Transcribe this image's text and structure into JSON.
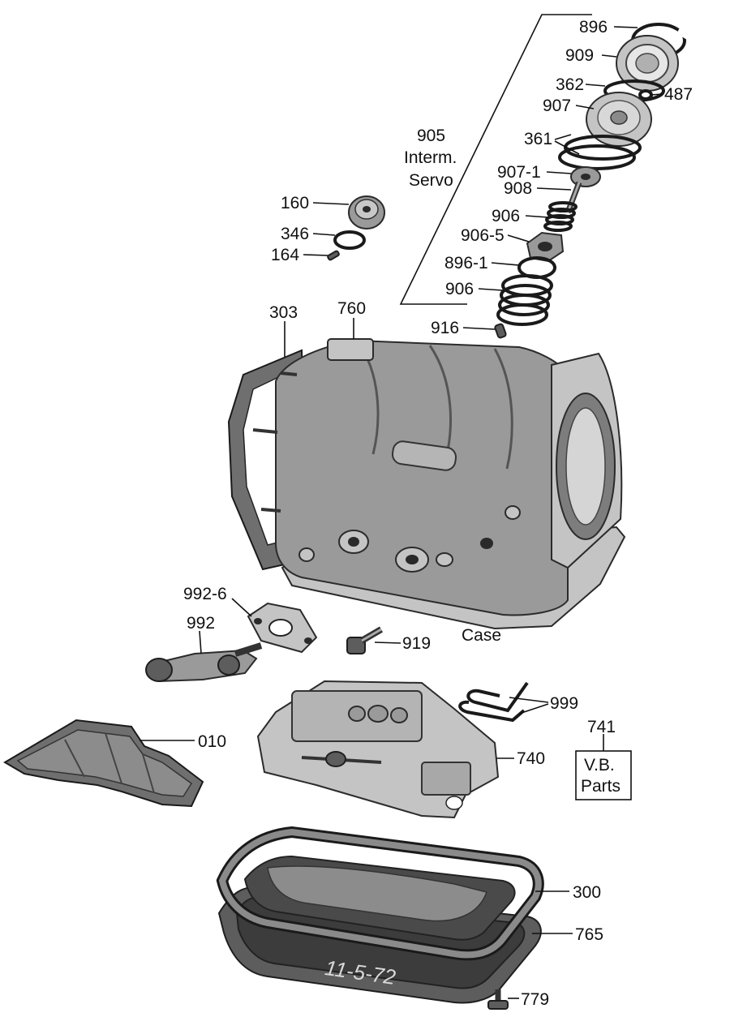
{
  "labels": {
    "p896": "896",
    "p909": "909",
    "p362": "362",
    "p487": "487",
    "p907": "907",
    "p905": "905",
    "interm": "Interm.",
    "servo": "Servo",
    "p361": "361",
    "p907_1": "907-1",
    "p908": "908",
    "p160": "160",
    "p906a": "906",
    "p346": "346",
    "p906_5": "906-5",
    "p164": "164",
    "p896_1": "896-1",
    "p906b": "906",
    "p303": "303",
    "p760": "760",
    "p916": "916",
    "p992_6": "992-6",
    "p992": "992",
    "case": "Case",
    "p919": "919",
    "p999": "999",
    "p741": "741",
    "vb1": "V.B.",
    "vb2": "Parts",
    "p010": "010",
    "p740": "740",
    "p300": "300",
    "p765": "765",
    "p779": "779",
    "pan_mark": "11-5-72"
  }
}
